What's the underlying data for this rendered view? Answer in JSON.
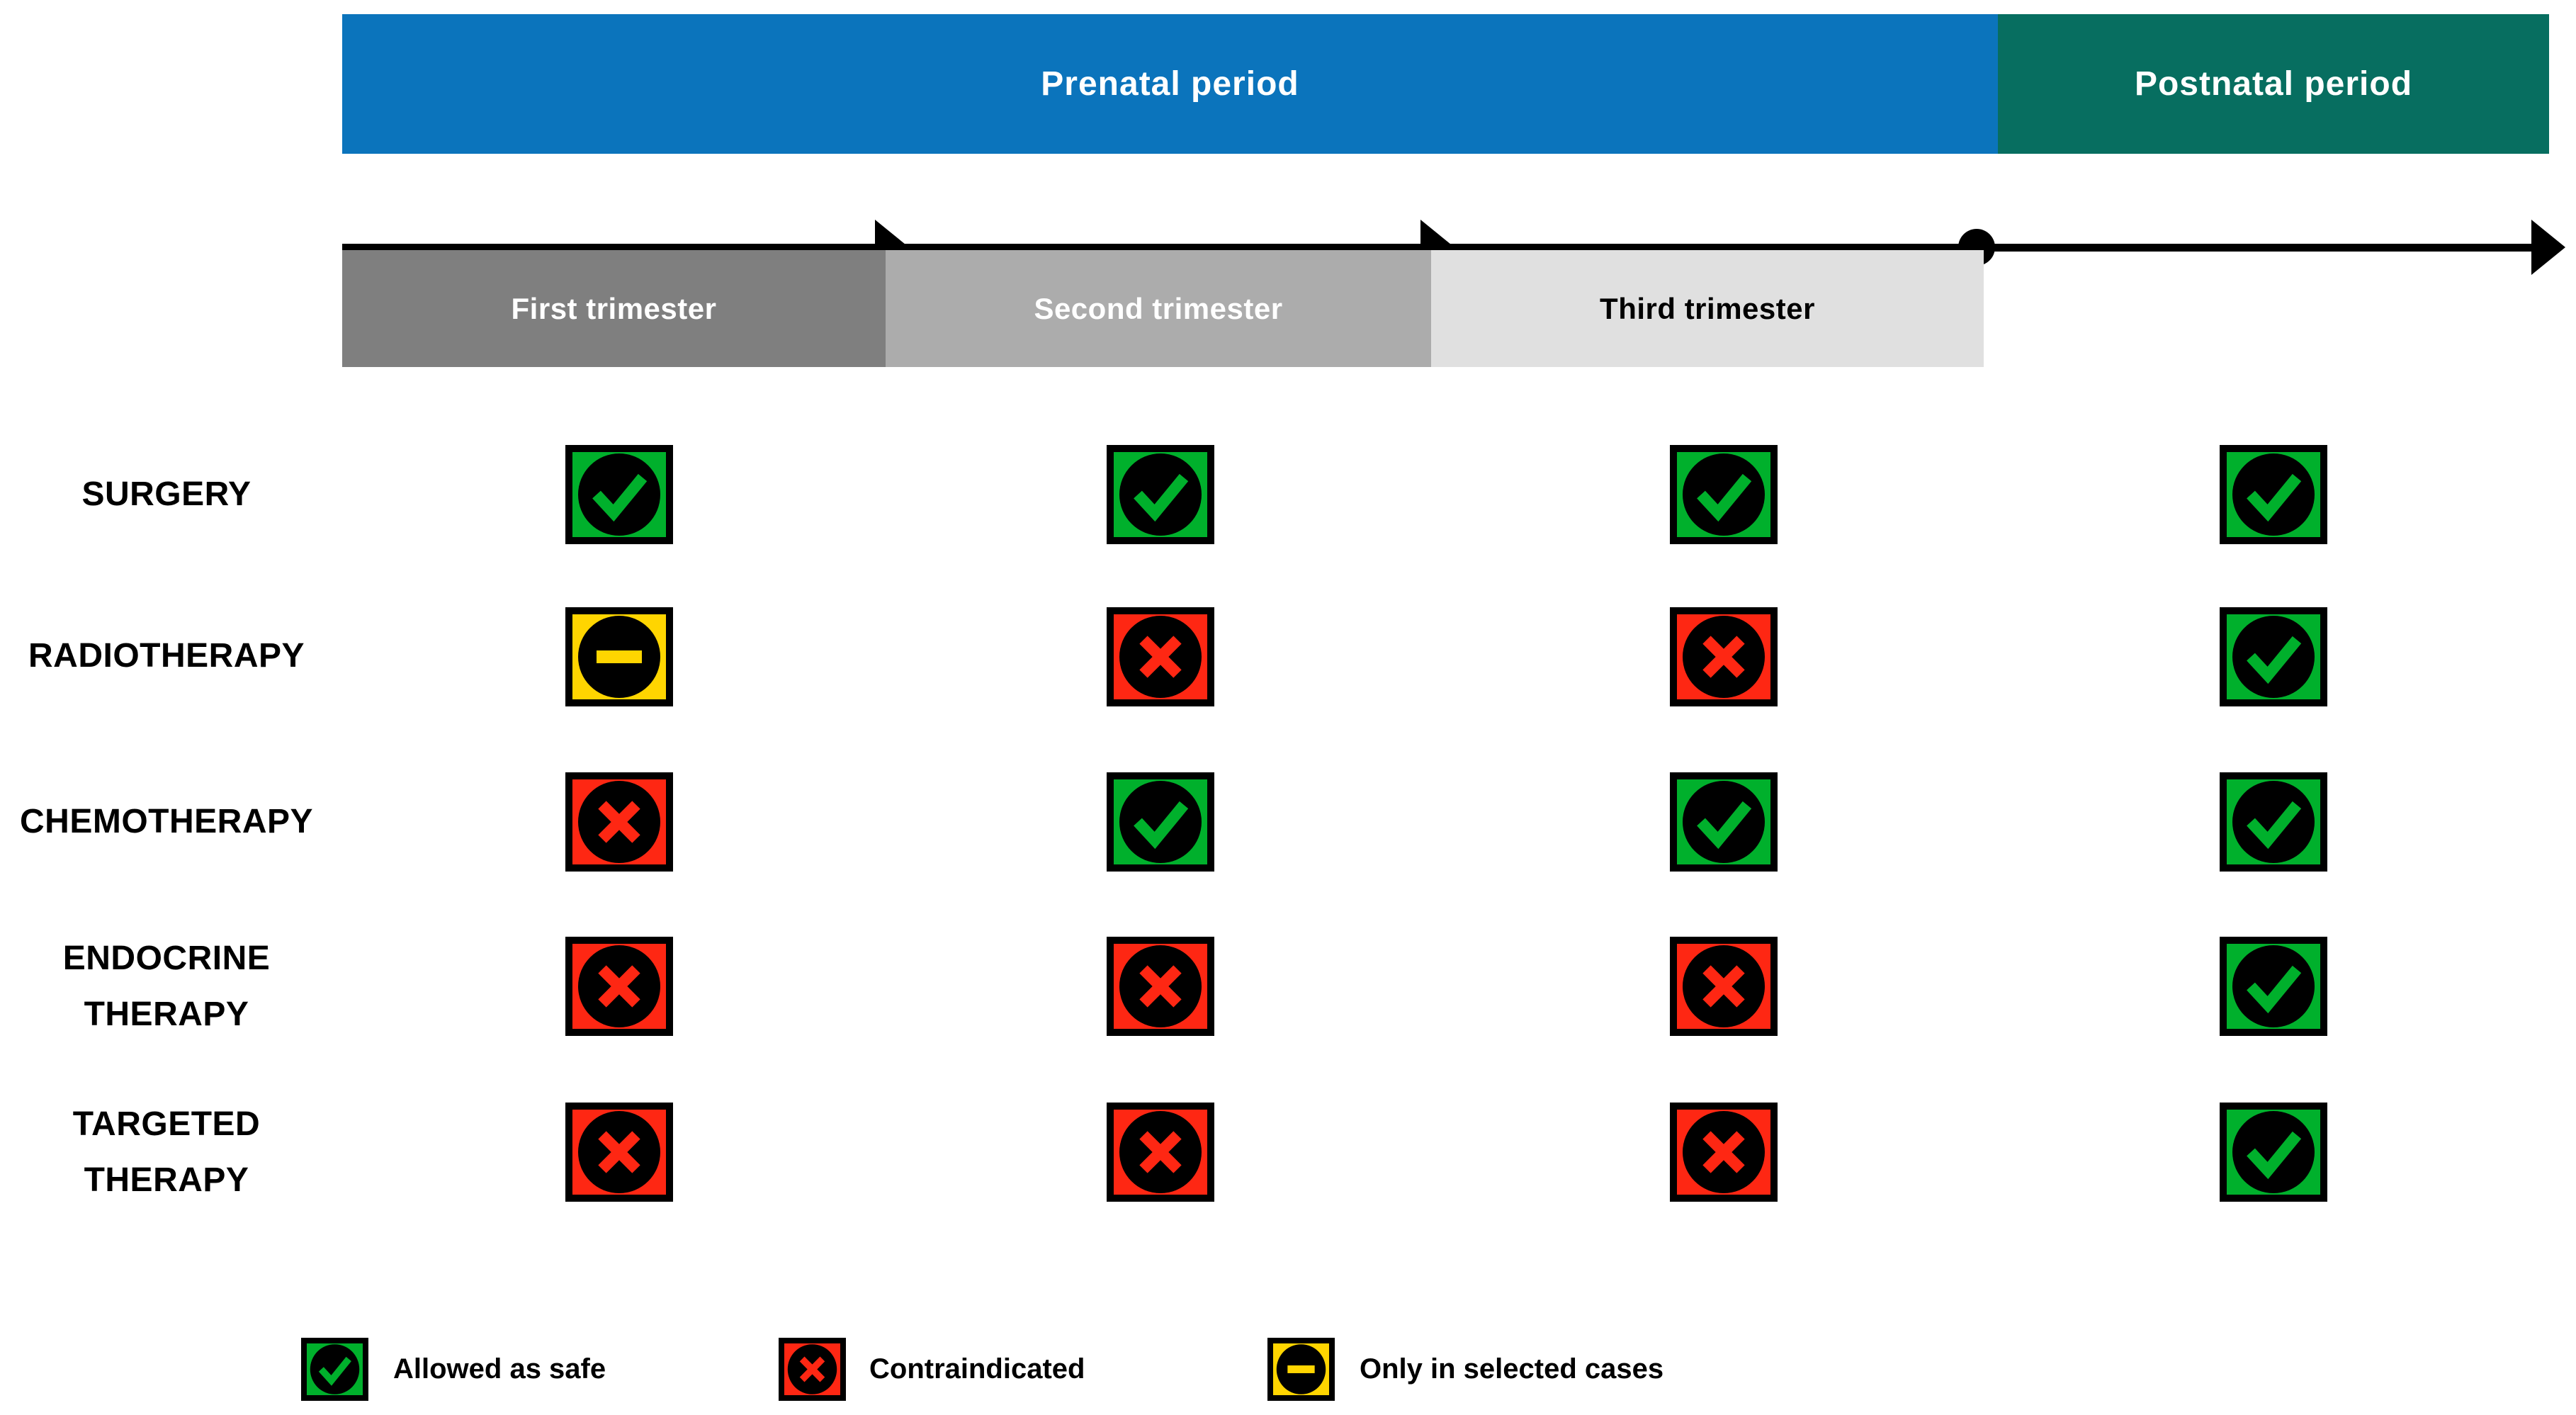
{
  "header": {
    "prenatal_label": "Prenatal period",
    "postnatal_label": "Postnatal period",
    "prenatal_color": "#0b74bc",
    "postnatal_color": "#076e60"
  },
  "timeline": {
    "arrow_color": "#000000",
    "segments": [
      {
        "label": "First trimester",
        "color": "#7f7f7f",
        "text_color": "#ffffff"
      },
      {
        "label": "Second trimester",
        "color": "#acacac",
        "text_color": "#ffffff"
      },
      {
        "label": "Third trimester",
        "color": "#e0e0e0",
        "text_color": "#000000"
      }
    ]
  },
  "statuses": {
    "safe": {
      "name": "Allowed as safe",
      "color": "#00b02c",
      "glyph": "check"
    },
    "contraindicated": {
      "name": "Contraindicated",
      "color": "#fe2713",
      "glyph": "cross"
    },
    "selected_cases": {
      "name": "Only in selected cases",
      "color": "#ffd500",
      "glyph": "minus"
    }
  },
  "grid": {
    "rows": [
      {
        "label": "SURGERY",
        "cells": [
          "safe",
          "safe",
          "safe",
          "safe"
        ]
      },
      {
        "label": "RADIOTHERAPY",
        "cells": [
          "selected_cases",
          "contraindicated",
          "contraindicated",
          "safe"
        ]
      },
      {
        "label": "CHEMOTHERAPY",
        "cells": [
          "contraindicated",
          "safe",
          "safe",
          "safe"
        ]
      },
      {
        "label": "ENDOCRINE THERAPY",
        "cells": [
          "contraindicated",
          "contraindicated",
          "contraindicated",
          "safe"
        ]
      },
      {
        "label": "TARGETED THERAPY",
        "cells": [
          "contraindicated",
          "contraindicated",
          "contraindicated",
          "safe"
        ]
      }
    ]
  },
  "legend": [
    {
      "label": "Allowed as safe",
      "status": "safe"
    },
    {
      "label": "Contraindicated",
      "status": "contraindicated"
    },
    {
      "label": "Only in selected cases",
      "status": "selected_cases"
    }
  ]
}
